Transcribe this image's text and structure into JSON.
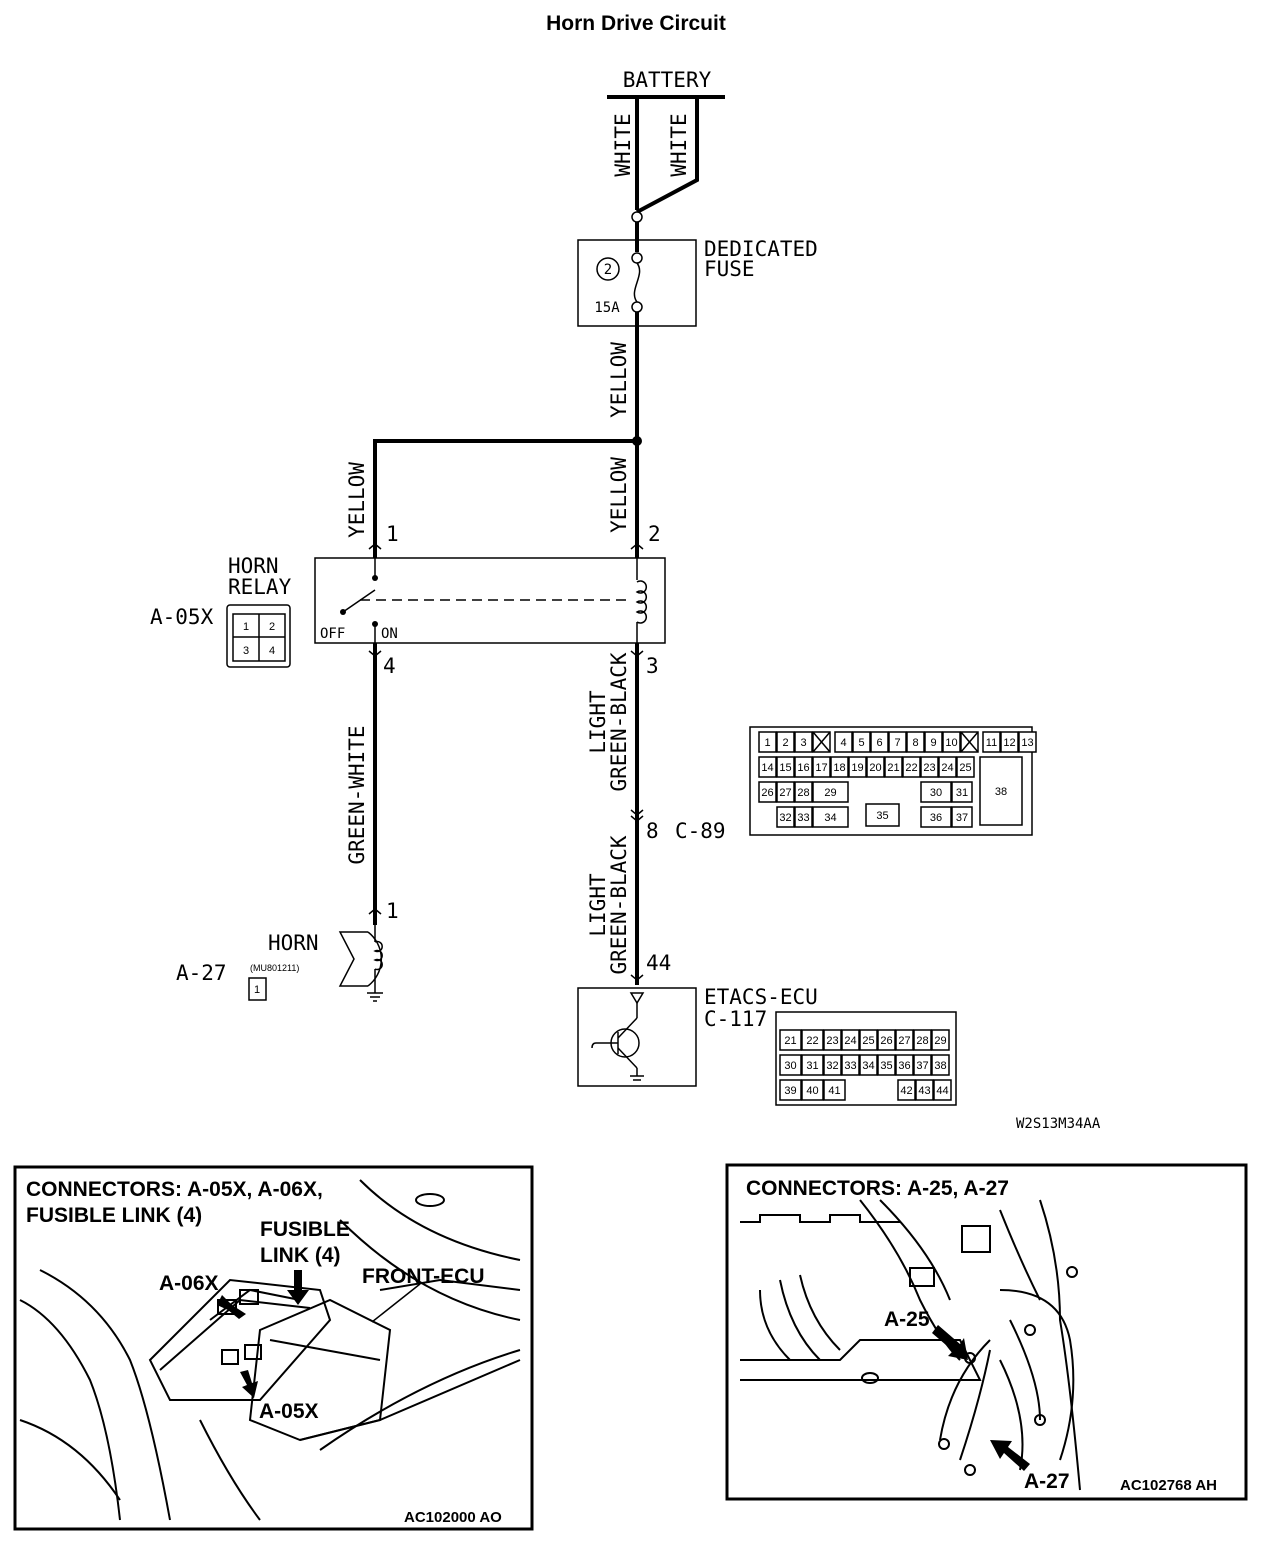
{
  "title": "Horn Drive Circuit",
  "battery": {
    "label": "BATTERY",
    "wire_left": "WHITE",
    "wire_right": "WHITE"
  },
  "fuse": {
    "label_line1": "DEDICATED",
    "label_line2": "FUSE",
    "number": "2",
    "rating": "15A"
  },
  "wires": {
    "fuse_out": "YELLOW",
    "relay_left": "YELLOW",
    "relay_right": "YELLOW",
    "horn_feed": "GREEN-WHITE",
    "ecu_upper": "LIGHT GREEN-BLACK",
    "ecu_lower": "LIGHT GREEN-BLACK",
    "ecu_upper_line1": "LIGHT",
    "ecu_upper_line2": "GREEN-BLACK",
    "ecu_lower_line1": "LIGHT",
    "ecu_lower_line2": "GREEN-BLACK"
  },
  "relay": {
    "label_line1": "HORN",
    "label_line2": "RELAY",
    "connector": "A-05X",
    "pin1": "1",
    "pin2": "2",
    "pin3": "3",
    "pin4": "4",
    "off_label": "OFF",
    "on_label": "ON",
    "face_pins": [
      "1",
      "2",
      "3",
      "4"
    ]
  },
  "horn": {
    "label": "HORN",
    "connector": "A-27",
    "part_no": "(MU801211)",
    "pin": "1",
    "face_pin": "1"
  },
  "c89": {
    "pin": "8",
    "connector": "C-89",
    "row1": [
      "1",
      "2",
      "3",
      "",
      "4",
      "5",
      "6",
      "7",
      "8",
      "9",
      "10",
      "",
      "11",
      "12",
      "13"
    ],
    "row2": [
      "14",
      "15",
      "16",
      "17",
      "18",
      "19",
      "20",
      "21",
      "22",
      "23",
      "24",
      "25"
    ],
    "row3": [
      "26",
      "27",
      "28",
      "29",
      "30",
      "31"
    ],
    "row4": [
      "32",
      "33",
      "34",
      "35",
      "36",
      "37"
    ],
    "big": "38"
  },
  "ecu": {
    "label": "ETACS-ECU",
    "connector": "C-117",
    "pin": "44",
    "row1": [
      "21",
      "22",
      "23",
      "24",
      "25",
      "26",
      "27",
      "28",
      "29"
    ],
    "row2": [
      "30",
      "31",
      "32",
      "33",
      "34",
      "35",
      "36",
      "37",
      "38"
    ],
    "row3": [
      "39",
      "40",
      "41",
      "42",
      "43",
      "44"
    ]
  },
  "diagram_code": "W2S13M34AA",
  "panel_left": {
    "title_line1": "CONNECTORS: A-05X, A-06X,",
    "title_line2": "FUSIBLE LINK (4)",
    "callout_fusible_line1": "FUSIBLE",
    "callout_fusible_line2": "LINK (4)",
    "callout_a06x": "A-06X",
    "callout_front_ecu": "FRONT-ECU",
    "callout_a05x": "A-05X",
    "code": "AC102000 AO"
  },
  "panel_right": {
    "title": "CONNECTORS: A-25, A-27",
    "callout_a25": "A-25",
    "callout_a27": "A-27",
    "code": "AC102768 AH"
  }
}
